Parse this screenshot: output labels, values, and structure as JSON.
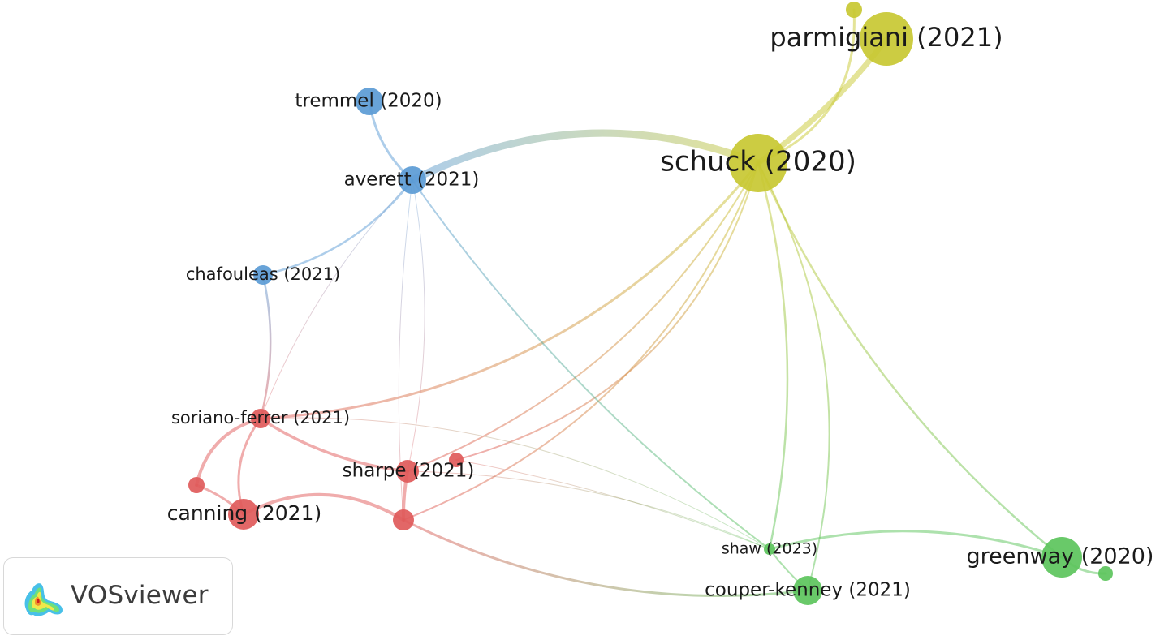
{
  "network": {
    "nodes": [
      {
        "id": "parmigiani",
        "label": "parmigiani (2021)",
        "cluster": "yellow"
      },
      {
        "id": "parmigiani_small",
        "label": "",
        "cluster": "yellow"
      },
      {
        "id": "schuck",
        "label": "schuck (2020)",
        "cluster": "yellow"
      },
      {
        "id": "tremmel",
        "label": "tremmel (2020)",
        "cluster": "blue"
      },
      {
        "id": "averett",
        "label": "averett (2021)",
        "cluster": "blue"
      },
      {
        "id": "chafouleas",
        "label": "chafouleas (2021)",
        "cluster": "blue"
      },
      {
        "id": "soriano",
        "label": "soriano-ferrer (2021)",
        "cluster": "red"
      },
      {
        "id": "sharpe",
        "label": "sharpe (2021)",
        "cluster": "red"
      },
      {
        "id": "sharpe_small",
        "label": "",
        "cluster": "red"
      },
      {
        "id": "red_left",
        "label": "",
        "cluster": "red"
      },
      {
        "id": "canning",
        "label": "canning (2021)",
        "cluster": "red"
      },
      {
        "id": "red_bottom",
        "label": "",
        "cluster": "red"
      },
      {
        "id": "shaw",
        "label": "shaw (2023)",
        "cluster": "green"
      },
      {
        "id": "couper",
        "label": "couper-kenney (2021)",
        "cluster": "green"
      },
      {
        "id": "greenway",
        "label": "greenway (2020)",
        "cluster": "green"
      },
      {
        "id": "greenway_small",
        "label": "",
        "cluster": "green"
      }
    ],
    "edges": [
      {
        "source": "schuck",
        "target": "parmigiani"
      },
      {
        "source": "schuck",
        "target": "parmigiani_small"
      },
      {
        "source": "averett",
        "target": "schuck"
      },
      {
        "source": "tremmel",
        "target": "averett"
      },
      {
        "source": "averett",
        "target": "chafouleas"
      },
      {
        "source": "chafouleas",
        "target": "soriano"
      },
      {
        "source": "soriano",
        "target": "schuck"
      },
      {
        "source": "sharpe",
        "target": "schuck"
      },
      {
        "source": "red_bottom",
        "target": "schuck"
      },
      {
        "source": "sharpe_small",
        "target": "schuck"
      },
      {
        "source": "schuck",
        "target": "shaw"
      },
      {
        "source": "schuck",
        "target": "greenway"
      },
      {
        "source": "schuck",
        "target": "couper"
      },
      {
        "source": "averett",
        "target": "shaw"
      },
      {
        "source": "averett",
        "target": "sharpe"
      },
      {
        "source": "averett",
        "target": "red_bottom"
      },
      {
        "source": "averett",
        "target": "soriano"
      },
      {
        "source": "soriano",
        "target": "sharpe"
      },
      {
        "source": "soriano",
        "target": "red_left"
      },
      {
        "source": "soriano",
        "target": "canning"
      },
      {
        "source": "soriano",
        "target": "shaw"
      },
      {
        "source": "red_left",
        "target": "canning"
      },
      {
        "source": "canning",
        "target": "red_bottom"
      },
      {
        "source": "sharpe",
        "target": "red_bottom"
      },
      {
        "source": "sharpe",
        "target": "shaw"
      },
      {
        "source": "sharpe_small",
        "target": "shaw"
      },
      {
        "source": "red_bottom",
        "target": "couper"
      },
      {
        "source": "shaw",
        "target": "greenway"
      },
      {
        "source": "shaw",
        "target": "couper"
      },
      {
        "source": "greenway",
        "target": "greenway_small"
      }
    ]
  },
  "colors": {
    "yellow": "#c8c832",
    "blue": "#5b9bd5",
    "red": "#e05a5a",
    "green": "#5cc45c"
  },
  "logo": {
    "text": "VOSviewer",
    "icon": "vosviewer-density-logo-icon"
  }
}
